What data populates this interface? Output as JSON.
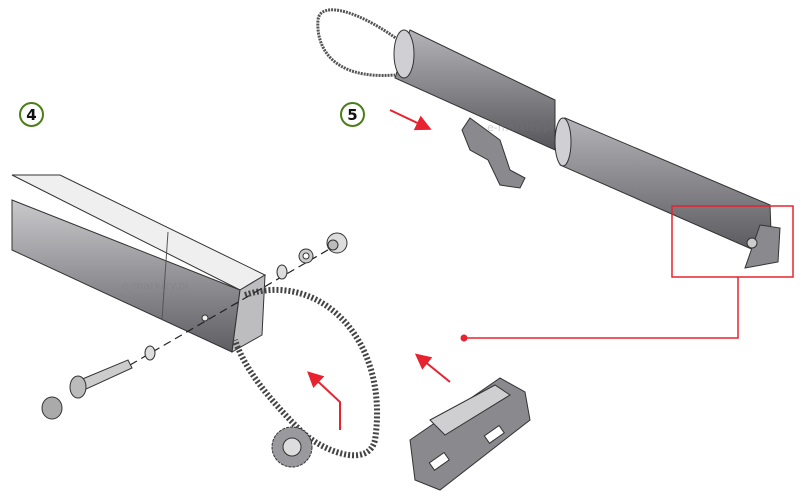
{
  "steps": [
    {
      "label": "4"
    },
    {
      "label": "5"
    }
  ],
  "watermark": "e-markizy.pl",
  "colors": {
    "accent_red": "#e8222e",
    "step_green": "#4b7d18",
    "part_grey": "#8a8a8e"
  }
}
